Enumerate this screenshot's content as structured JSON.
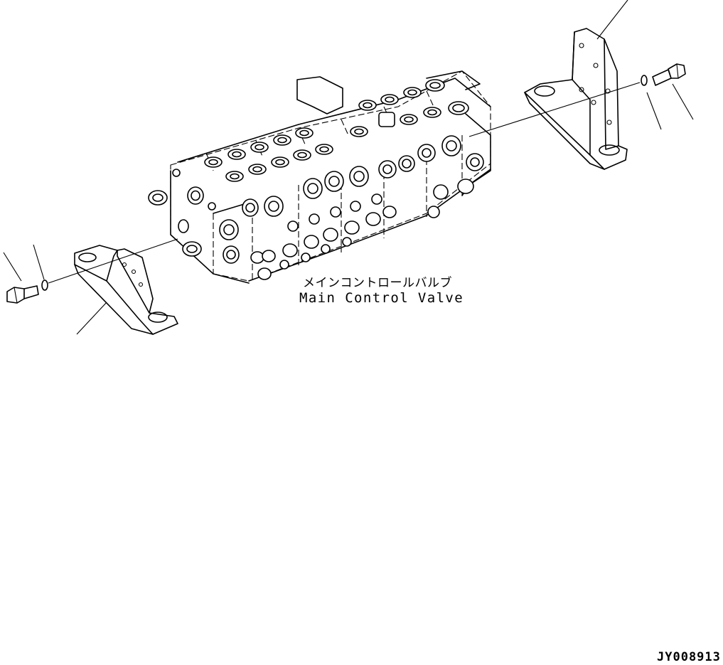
{
  "part_label": {
    "japanese": "メインコントロールバルブ",
    "english": "Main Control Valve"
  },
  "drawing_number": "JY008913"
}
